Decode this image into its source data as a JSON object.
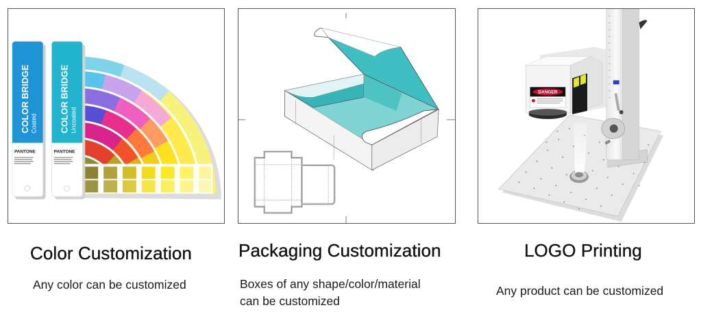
{
  "panels": [
    {
      "id": "color",
      "title": "Color Customization",
      "subtitle_lines": [
        "Any color can be customized"
      ],
      "image": {
        "subject": "pantone-color-fan-guide",
        "cards": [
          {
            "brand": "PANTONE",
            "title": "COLOR BRIDGE",
            "variant": "Coated",
            "color": "#1e94d6"
          },
          {
            "brand": "PANTONE",
            "title": "COLOR BRIDGE",
            "variant": "Uncoated",
            "color": "#22b3cf"
          }
        ]
      }
    },
    {
      "id": "packaging",
      "title": "Packaging Customization",
      "subtitle_lines": [
        "Boxes of any shape/color/material",
        "can be customized"
      ],
      "image": {
        "subject": "open-mailer-box-with-dieline",
        "accent": "#3fbfc2"
      }
    },
    {
      "id": "logo",
      "title": "LOGO Printing",
      "subtitle_lines": [
        "Any product can be customized"
      ],
      "image": {
        "subject": "fiber-laser-marking-machine",
        "warning_label": "DANGER"
      }
    }
  ],
  "colors": {
    "frame": "#555555",
    "text": "#111111",
    "teal": "#3fbfc2",
    "pantone_coated": "#1e94d6",
    "pantone_uncoated": "#22b3cf",
    "danger_red": "#c8102e",
    "laser_window": "#e3e82a"
  }
}
